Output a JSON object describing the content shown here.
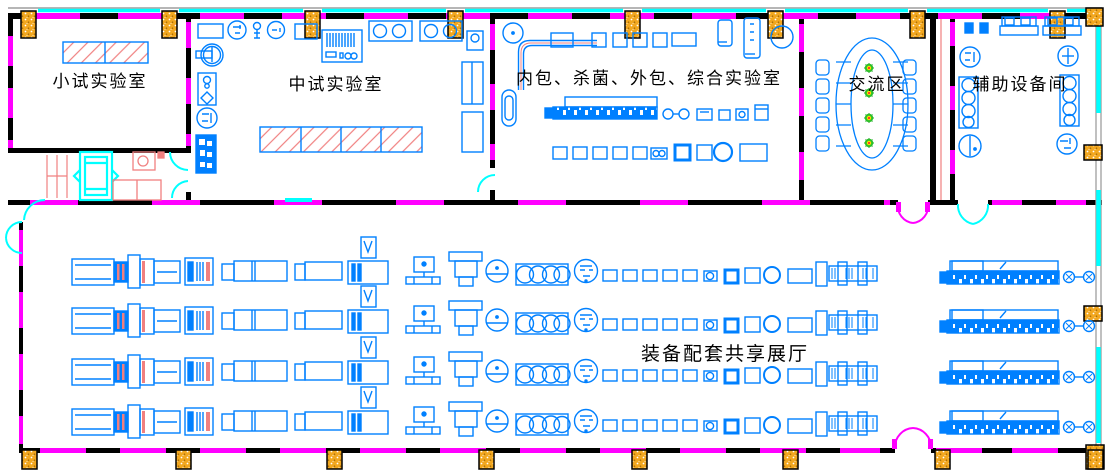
{
  "drawing_type": "cad-floor-plan",
  "rooms": [
    {
      "id": "small-test-lab",
      "label": "小试实验室"
    },
    {
      "id": "pilot-test-lab",
      "label": "中试实验室"
    },
    {
      "id": "packing-sterilize-lab",
      "label": "内包、杀菌、外包、综合实验室"
    },
    {
      "id": "exchange-area",
      "label": "交流区"
    },
    {
      "id": "aux-equipment-room",
      "label": "辅助设备间"
    },
    {
      "id": "shared-exhibit-hall",
      "label": "装备配套共享展厅"
    }
  ],
  "hall": {
    "equipment_rows": 4
  },
  "colors": {
    "equipment_blue": "#0080FF",
    "wall_black": "#000000",
    "partition_magenta": "#FF00FF",
    "window_door_cyan": "#00FFFF",
    "column_orange": "#F2A71F",
    "hatch_red": "#F08080",
    "outline_grey": "#9E9E9E",
    "plant_green": "#2BC12B",
    "plant_yellow": "#FFE000",
    "plant_red": "#FF2D2D",
    "background": "#FFFFFF"
  },
  "symbols": {
    "column": "speckled-orange-square",
    "window": "cyan-double-line",
    "partition": "magenta-dashed-wall",
    "door": "quarter-arc-swing",
    "workbench": "red-diagonal-hatch",
    "conference_table": "oval-track-with-chairs",
    "plant": "green-flower-dot",
    "equipment": "blue-outline-machines"
  }
}
